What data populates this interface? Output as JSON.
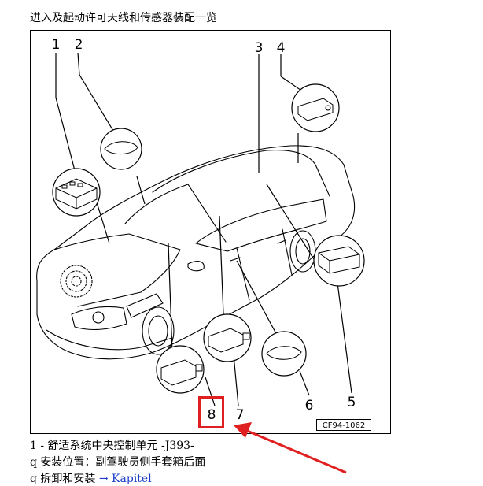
{
  "page_title": "进入及起动许可天线和传感器装配一览",
  "figure": {
    "callouts": [
      {
        "id": "1",
        "label": "1"
      },
      {
        "id": "2",
        "label": "2"
      },
      {
        "id": "3",
        "label": "3"
      },
      {
        "id": "4",
        "label": "4"
      },
      {
        "id": "5",
        "label": "5"
      },
      {
        "id": "6",
        "label": "6"
      },
      {
        "id": "7",
        "label": "7"
      },
      {
        "id": "8",
        "label": "8"
      }
    ],
    "code": "CF94-1062"
  },
  "annotation": {
    "highlighted_callout": "8",
    "highlight_color": "#e02020"
  },
  "text": {
    "item_1": "1 - 舒适系统中央控制单元 -J393-",
    "item_1_install": "q 安装位置：副驾驶员侧手套箱后面",
    "item_1_removal_prefix": "q 拆卸和安装",
    "item_1_removal_link": "→ Kapitel"
  }
}
